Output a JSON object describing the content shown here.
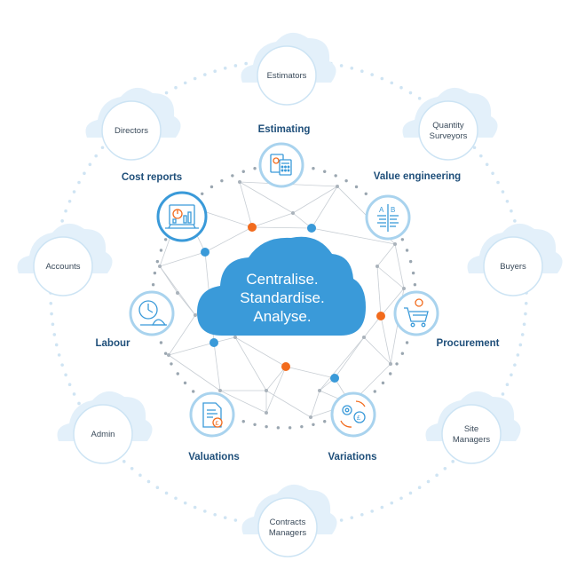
{
  "center": {
    "lines": [
      "Centralise.",
      "Standardise.",
      "Analyse."
    ]
  },
  "functions": [
    {
      "id": "estimating",
      "label": "Estimating",
      "icon": "calculator-document-icon"
    },
    {
      "id": "value-engineering",
      "label": "Value engineering",
      "icon": "ab-comparison-icon"
    },
    {
      "id": "procurement",
      "label": "Procurement",
      "icon": "shopping-cart-icon"
    },
    {
      "id": "variations",
      "label": "Variations",
      "icon": "gears-pound-icon"
    },
    {
      "id": "valuations",
      "label": "Valuations",
      "icon": "document-pound-icon"
    },
    {
      "id": "labour",
      "label": "Labour",
      "icon": "clock-worker-icon"
    },
    {
      "id": "cost-reports",
      "label": "Cost reports",
      "icon": "report-chart-icon"
    }
  ],
  "roles": [
    {
      "id": "estimators",
      "lines": [
        "Estimators"
      ]
    },
    {
      "id": "quantity-surveyors",
      "lines": [
        "Quantity",
        "Surveyors"
      ]
    },
    {
      "id": "buyers",
      "lines": [
        "Buyers"
      ]
    },
    {
      "id": "site-managers",
      "lines": [
        "Site",
        "Managers"
      ]
    },
    {
      "id": "contracts-managers",
      "lines": [
        "Contracts",
        "Managers"
      ]
    },
    {
      "id": "admin",
      "lines": [
        "Admin"
      ]
    },
    {
      "id": "accounts",
      "lines": [
        "Accounts"
      ]
    },
    {
      "id": "directors",
      "lines": [
        "Directors"
      ]
    }
  ],
  "colors": {
    "primary_blue": "#3a9ad9",
    "cloud_fill": "#e3f0fa",
    "orange_node": "#f26b1d",
    "dark_blue_text": "#1f4f7a",
    "dotted_ring": "#cfe4f3",
    "inner_dots": "#9aa6b0"
  }
}
